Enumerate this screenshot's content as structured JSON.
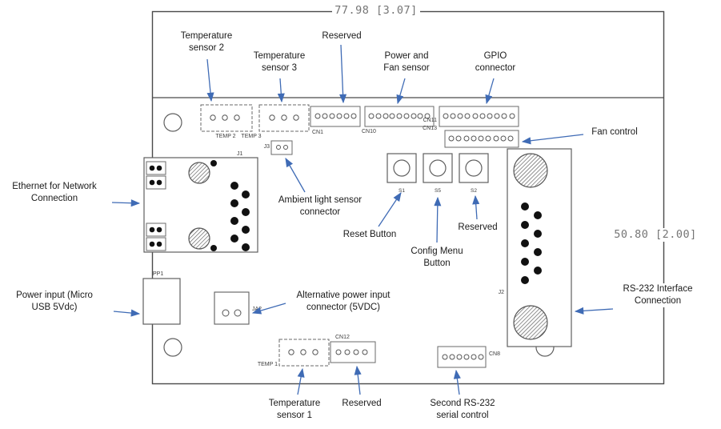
{
  "dimensions": {
    "width": "77.98 [3.07]",
    "height": "50.80 [2.00]"
  },
  "callouts": {
    "temp_sensor_2": "Temperature sensor 2",
    "temp_sensor_3": "Temperature sensor 3",
    "reserved_top": "Reserved",
    "power_fan_sensor": "Power and Fan sensor",
    "gpio_connector": "GPIO connector",
    "fan_control": "Fan control",
    "ethernet": "Ethernet for Network Connection",
    "ambient_light": "Ambient light sensor connector",
    "reset_button": "Reset Button",
    "config_menu_button": "Config Menu Button",
    "reserved_button": "Reserved",
    "rs232_interface": "RS-232 Interface Connection",
    "power_input": "Power input (Micro USB 5Vdc)",
    "alt_power_input": "Alternative power input connector (5VDC)",
    "temp_sensor_1": "Temperature sensor 1",
    "reserved_bottom": "Reserved",
    "second_rs232": "Second RS-232 serial control"
  },
  "refdes": {
    "temp2": "TEMP 2",
    "temp3": "TEMP 3",
    "j3": "J3",
    "j1": "J1",
    "cn1": "CN1",
    "cn10": "CN10",
    "cn11": "CN11",
    "cn13": "CN13",
    "s1": "S1",
    "s5": "S5",
    "s2": "S2",
    "j2": "J2",
    "pp1": "PP1",
    "ja2": "JA2",
    "temp1": "TEMP 1",
    "cn12": "CN12",
    "cn8": "CN8"
  },
  "colors": {
    "arrow": "#3f6bb5",
    "board_line": "#4a4a4a",
    "component_line": "#5f5f5f",
    "dim_text": "#757575",
    "label_text": "#1a1a1a"
  }
}
